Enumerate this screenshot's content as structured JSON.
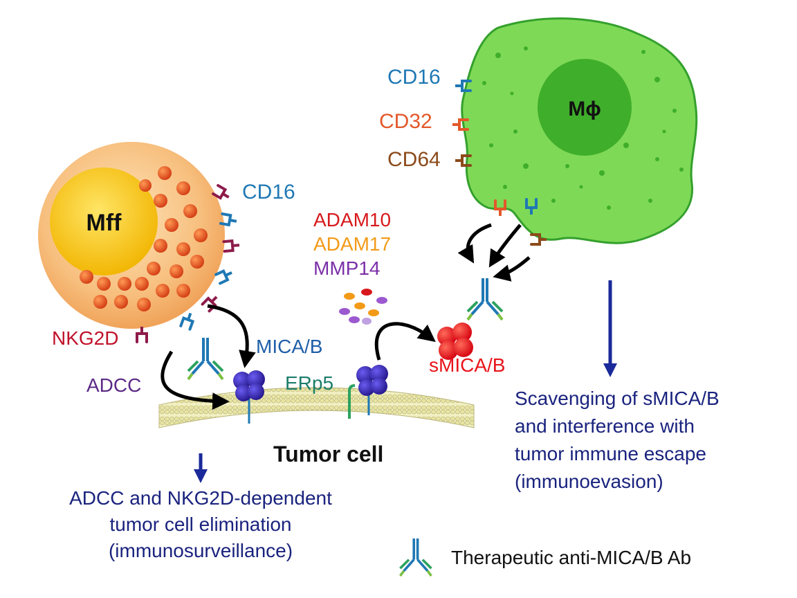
{
  "nk_cell": {
    "nucleus_label": "Mff",
    "cd16_label": "CD16",
    "nkg2d_label": "NKG2D"
  },
  "macrophage": {
    "nucleus_label": "Mϕ",
    "cd16_label": "CD16",
    "cd32_label": "CD32",
    "cd64_label": "CD64"
  },
  "proteases": {
    "adam10": "ADAM10",
    "adam17": "ADAM17",
    "mmp14": "MMP14"
  },
  "labels": {
    "mica_b": "MICA/B",
    "smica_b": "sMICA/B",
    "adcc": "ADCC",
    "erp5": "ERp5",
    "tumor_cell": "Tumor cell"
  },
  "outcomes": {
    "left": [
      "ADCC and NKG2D-dependent",
      "tumor cell elimination",
      "(immunosurveillance)"
    ],
    "right": [
      "Scavenging of sMICA/B",
      "and interference with",
      "tumor immune escape",
      "(immunoevasion)"
    ]
  },
  "legend": {
    "antibody_label": "Therapeutic anti-MICA/B Ab"
  },
  "colors": {
    "cd16": "#1f78b4",
    "cd32": "#e3582a",
    "cd64": "#8b4a1a",
    "nkg2d": "#8e1b4a",
    "adam10": "#d7191c",
    "adam17": "#f29a17",
    "mmp14": "#7b2fa8",
    "mica": "#3b2db0",
    "smica": "#e8141b",
    "outcome_text": "#1a237e",
    "macrophage": "#6fd44a",
    "nk_outer": "#f6b26b"
  }
}
